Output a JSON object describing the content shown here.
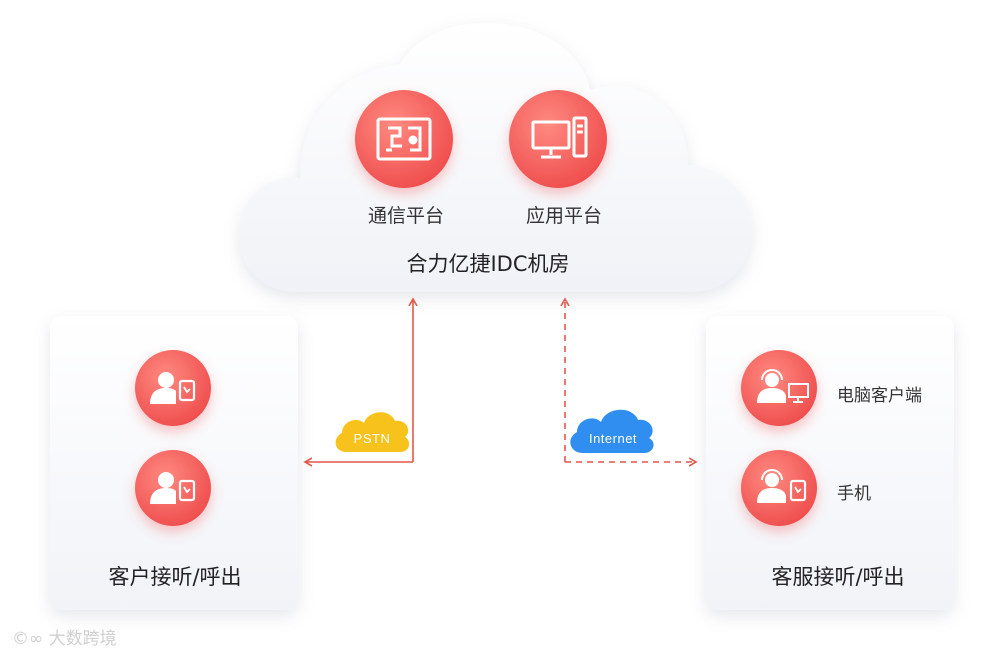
{
  "cloud": {
    "title": "合力亿捷IDC机房",
    "platforms": [
      {
        "label": "通信平台",
        "icon": "circuit-board-icon"
      },
      {
        "label": "应用平台",
        "icon": "desktop-computer-icon"
      }
    ]
  },
  "left_panel": {
    "title": "客户接听/呼出",
    "icons": [
      "customer-phone-icon",
      "customer-phone-icon"
    ]
  },
  "right_panel": {
    "title": "客服接听/呼出",
    "items": [
      {
        "label": "电脑客户端",
        "icon": "agent-computer-icon"
      },
      {
        "label": "手机",
        "icon": "agent-phone-icon"
      }
    ]
  },
  "links": {
    "pstn": "PSTN",
    "internet": "Internet"
  },
  "watermark": "大数跨境",
  "colors": {
    "accent_red": "#f05a5a",
    "arrow_red": "#e2574c",
    "pstn_yellow": "#f7c21b",
    "internet_blue": "#2f8ef0"
  }
}
